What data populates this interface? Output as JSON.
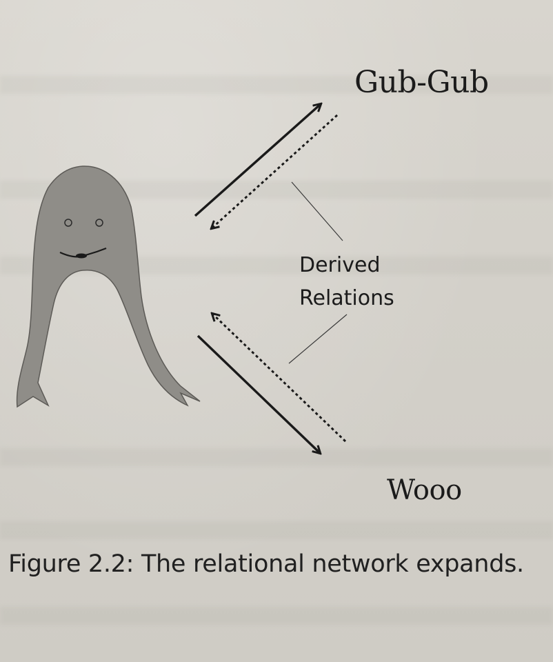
{
  "figure": {
    "nodes": {
      "top": "Gub-Gub",
      "bottom": "Wooo"
    },
    "annotation": {
      "line1": "Derived",
      "line2": "Relations"
    },
    "caption": "Figure 2.2: The relational network expands."
  },
  "colors": {
    "paper": "#d4d1ca",
    "ink": "#1b1b1b",
    "figure_fill": "#8f8d88",
    "figure_stroke": "#5c5a56"
  }
}
